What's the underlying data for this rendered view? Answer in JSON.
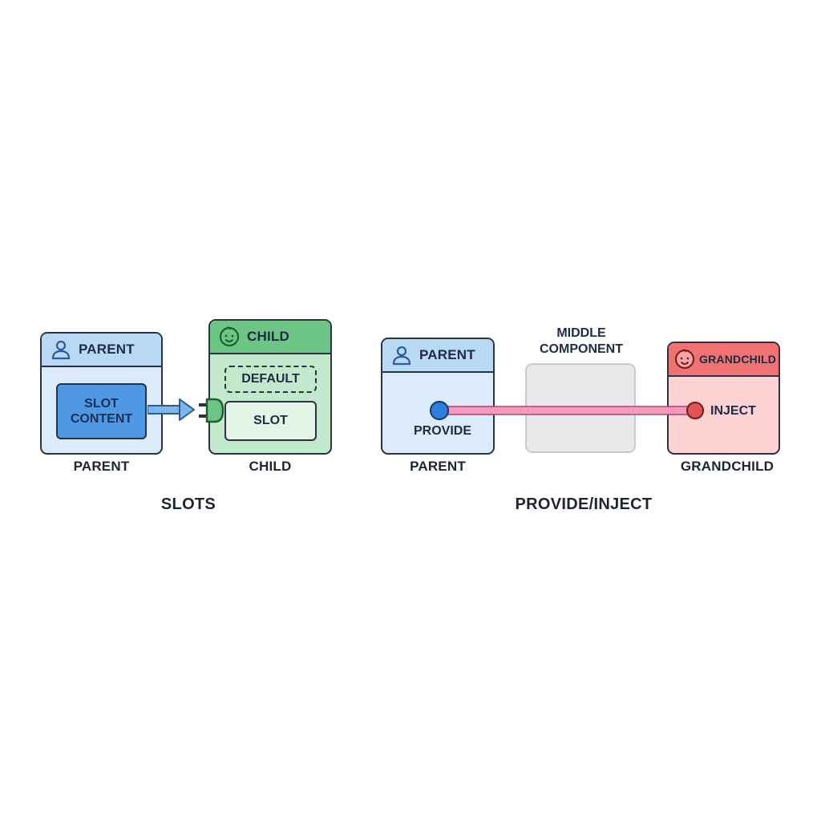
{
  "slots": {
    "title": "SLOTS",
    "parent": {
      "header": "PARENT",
      "slot_content_line1": "SLOT",
      "slot_content_line2": "CONTENT",
      "caption": "PARENT",
      "icon": "person-icon"
    },
    "child": {
      "header": "CHILD",
      "default_label": "DEFAULT",
      "slot_label": "SLOT",
      "caption": "CHILD",
      "icon": "baby-face-icon"
    }
  },
  "provide_inject": {
    "title": "PROVIDE/INJECT",
    "parent": {
      "header": "PARENT",
      "provide_label": "PROVIDE",
      "caption": "PARENT",
      "icon": "person-icon"
    },
    "middle": {
      "label_line1": "MIDDLE",
      "label_line2": "COMPONENT"
    },
    "grandchild": {
      "header": "GRANDCHILD",
      "inject_label": "INJECT",
      "caption": "GRANDCHILD",
      "icon": "baby-face-icon"
    }
  },
  "colors": {
    "parent_header": "#b9d8f3",
    "parent_body": "#dcebfa",
    "slot_content": "#4f98e3",
    "child_header": "#6cc585",
    "child_body": "#c3e9cc",
    "grandchild_header": "#f07272",
    "grandchild_body": "#fcd2d2",
    "middle_box": "#e6e8ea",
    "connection_line": "#f29bbd",
    "provide_dot": "#2f7fde",
    "inject_dot": "#e15454"
  }
}
